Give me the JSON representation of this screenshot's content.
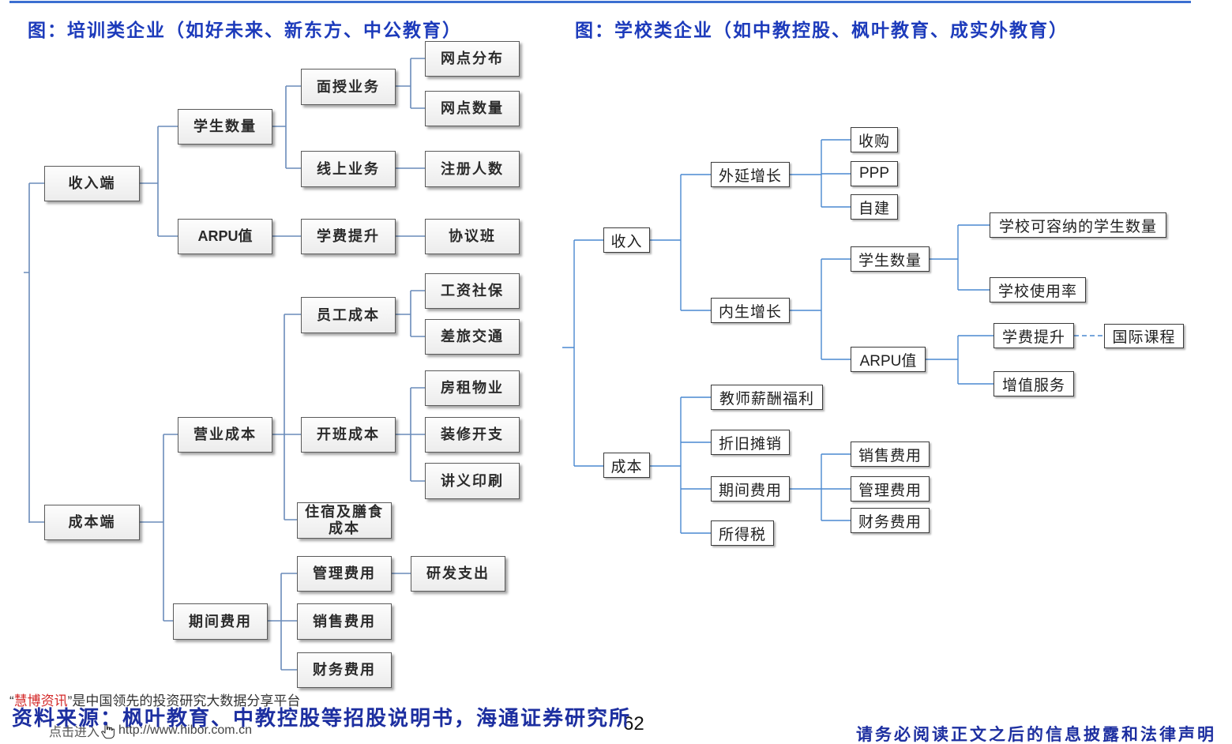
{
  "colors": {
    "title_blue": "#1d3bbb",
    "brand_red": "#d42a2a",
    "left_connector": "#6a8cba",
    "right_connector": "#4a88d0",
    "top_rule": "#3b6fd1"
  },
  "icons": {
    "link_cursor": "hand-pointer-icon"
  },
  "left_diagram": {
    "title": "图：培训类企业（如好未来、新东方、中公教育）",
    "nodes": {
      "revenue_side": "收入端",
      "cost_side": "成本端",
      "student_count": "学生数量",
      "arpu": "ARPU值",
      "offline_business": "面授业务",
      "online_business": "线上业务",
      "outlet_distribution": "网点分布",
      "outlet_count": "网点数量",
      "registered_users": "注册人数",
      "tuition_increase": "学费提升",
      "agreement_class": "协议班",
      "operating_cost": "营业成本",
      "period_expenses": "期间费用",
      "staff_cost": "员工成本",
      "class_opening_cost": "开班成本",
      "lodging_meal_cost": "住宿及膳食\n成本",
      "wages_social_security": "工资社保",
      "travel_transport": "差旅交通",
      "rent_property": "房租物业",
      "renovation": "装修开支",
      "handout_printing": "讲义印刷",
      "admin_expenses": "管理费用",
      "selling_expenses": "销售费用",
      "financial_expenses": "财务费用",
      "rd_expenses": "研发支出"
    }
  },
  "right_diagram": {
    "title": "图：学校类企业（如中教控股、枫叶教育、成实外教育）",
    "nodes": {
      "revenue": "收入",
      "cost": "成本",
      "external_growth": "外延增长",
      "internal_growth": "内生增长",
      "acquisition": "收购",
      "ppp": "PPP",
      "self_built": "自建",
      "student_count": "学生数量",
      "arpu": "ARPU值",
      "school_capacity": "学校可容纳的学生数量",
      "school_utilization": "学校使用率",
      "tuition_increase": "学费提升",
      "value_added_services": "增值服务",
      "international_courses": "国际课程",
      "teacher_compensation": "教师薪酬福利",
      "depreciation_amortization": "折旧摊销",
      "period_expenses": "期间费用",
      "income_tax": "所得税",
      "selling_expenses": "销售费用",
      "admin_expenses": "管理费用",
      "financial_expenses": "财务费用"
    }
  },
  "footer": {
    "watermark_open_quote": "“",
    "watermark_brand": "慧博资讯",
    "watermark_text": "”是中国领先的投资研究大数据分享平台",
    "link_prefix": "点击进入",
    "link_url": "http://www.hibor.com.cn",
    "source": "资料来源：枫叶教育、中教控股等招股说明书，海通证券研究所",
    "page_number": "62",
    "disclaimer": "请务必阅读正文之后的信息披露和法律声明"
  }
}
